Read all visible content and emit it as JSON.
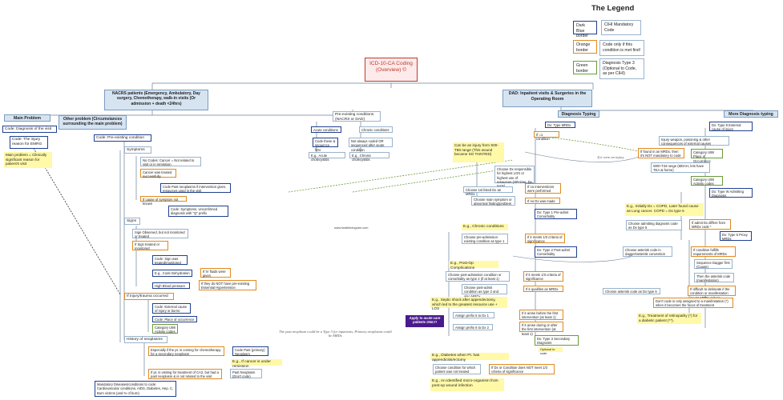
{
  "legend": {
    "title": "The Legend",
    "items": [
      {
        "swatch": "Dark Blue border",
        "meaning": "CIHI Mandatory Code"
      },
      {
        "swatch": "Orange border",
        "meaning": "Code only if this condition is met first!"
      },
      {
        "swatch": "Green border",
        "meaning": "Diagnosis Type 3 (Optional to Code, as per CIHI)"
      }
    ]
  },
  "root": "ICD-10-CA Coding (Overview) ©",
  "nacrs": "NACRS patients (Emergency, Ambulatory, Day surgery, Chemotherapy, walk-in visits (Or admission + death <24hrs)",
  "dad": "DAD: Inpatient visits & Surgeries in the Operating Room",
  "main_problem": {
    "header": "Main Problem",
    "code": "Code: Diagnosis of the visit",
    "injury": "Code: The injury reason for EMRG",
    "note": "Main problem = Clinically significant reason for patient's visit"
  },
  "other_problem": {
    "header": "Other problem (Circumstances surrounding the main problem)",
    "preexist": "Code: Pre-existing condition",
    "symptoms": "Symptoms",
    "no_cancer": "No Codes: Cancer = Not related to visit or in remission",
    "cancer_treated": "Cancer was treated successfully",
    "code_past": "Code Past neoplasms if intervention given, resources used in the visit",
    "cause_unknown": "If cause of symptom not known",
    "code_symptoms": "Code: Symptoms, Unconfirmed diagnosis with \"Q\" prefix",
    "signs": "Signs",
    "sign_observed": "Sign Observed, but not monitored or treated",
    "sign_treated": "If Sign treated or monitored",
    "code_sign": "Code: Sign was treated/monitored",
    "code_dehydration": "E.g., Code Dehydration",
    "iv_fluids": "If IV fluids were given",
    "high_bp": "High Blood pressure",
    "no_hypertension": "If they do NOT have pre-existing Essential Hypertension",
    "injury_trauma": "If injury/trauma occurred",
    "ext_cause": "Code: External cause of injury or burns",
    "place": "Code: Place of occurrence",
    "category_u98": "Category U98 Activity codes",
    "history_neo": "History of neoplasms",
    "chemo": "Especially if the pt. is coming for chemotherapy for a secondary neoplasm",
    "code_past_primary": "Code Past (primary) Neoplasm",
    "if_remission": "E.g., If cancer is under remission",
    "ca_treatment": "If pt. is visiting for treatment of CA2, but had a past neoplasm & is not related to the visit",
    "past_neoplasm": "Past Neoplasm (Don't code)",
    "mandatory": "Mandatory Diseases/conditions to code: Cardiovascular conditions, AIDS, Diabetes, Hep. C, Burn victims (and % of burn)"
  },
  "preexisting": {
    "header": "Pre-existing conditions (NACRS or DAD)",
    "acute": "Acute conditions",
    "chronic": "Chronic conditions",
    "code_these": "Code these & sequence first",
    "not_always": "Not always coded OR sequenced after acute condition",
    "acute_eg": "E.g., Acute cholecystitis",
    "chronic_eg": "E.g., Chronic cholecystitis",
    "website": "www.healthinfogram.com"
  },
  "diagnosis": {
    "header": "Diagnosis Typing",
    "type_m": "Dx: Type MRDx",
    "one_cond": "If =1 condition",
    "injury_note": "Can be an injury from S00-T88 range (This wound became SO TAINTED)",
    "choose_m": "Choose Dx responsible for highest LOS or highest use of resources (OR time, Dx tests)",
    "choose_1st": "Choose 1st listed Dx as MRDx",
    "two_interventions": "If no interventions were performed",
    "if_no_dx": "If no Dx was made",
    "choose_main": "Choose main symptom or abnormal finding/problem",
    "type1": "Dx: Type 1 Pre-admit Comorbidity",
    "chronic_eg": "E.g., Chronic conditions",
    "pre_admission": "Choose pre-admission existing condition as type 1",
    "meets_13": "If it meets 1/3 criteria of significance",
    "type2": "Dx: Type 2 Post-admit Comorbidity",
    "postop_eg": "E.g., Post-Op Complications",
    "post_admission": "Choose post-admission condition or comorbidity as type 2 (if at least 1)",
    "meets_13b": "If it meets 1/3 criteria of significance",
    "post_admit_mrdx": "Choose post-admit condition as type 2 and also MRDx",
    "qualifies": "If it qualifies as MRDx",
    "septic": "E.g., Septic shock after appendectomy, which led to the greatest resource use + LOS",
    "apply": "Apply to acute care patients ONLY!",
    "prefix_1": "Assign prefix 5 to Dx 1",
    "arose_before": "If it arose before the first intervention (at least 1)",
    "prefix_2": "Assign prefix 6 to Dx 2",
    "arose_after": "If it arose during or after the first intervention (at least 1)",
    "type3": "Dx: Type 3 Secondary Diagnosis",
    "optional": "Optional to code",
    "diabetes_eg": "E.g., Diabetes when Pt. has appendicitis/ectomy",
    "not_treated": "Choose condition for which patient was not treated",
    "no_meet": "If Dx or Condition does NOT meet 1/3 criteria of significance",
    "micro_eg": "E.g., An identified micro-organism from post-op wound infection"
  },
  "more_typing": {
    "header": "More Diagnosis typing",
    "type9": "Dx: Type 9 External cause of injury",
    "injury_weapon": "Injury weapon, poisoning & other consequences of external causes",
    "if_mrdx": "If found in an MRDx, then it's NOT mandatory to code",
    "category_u98": "Category U98 Place of Occurrence",
    "if_injury": "If it were an injury",
    "w00": "W00-T34 range (MDAH, lets have TEA at home)",
    "category_u98b": "Category U98 Activity codes",
    "type_w": "Dx: Type W Admitting Diagnosis",
    "copd_eg": "E.g., Initially Dx = COPD, Later found cause as Lung cancer. COPD = Dx type 5",
    "choose_admitting": "Choose admitting diagnosis code as Dx type 5",
    "admit_differs": "If admit Dx differs from MRDx code *",
    "type6": "Dx: Type 6 Proxy MRDx",
    "choose_asterisk": "Choose asterisk code in dagger/asterisk convention",
    "fulfills": "If condition fulfills requirements of MRDx",
    "dagger": "Sequence Dagger first (Cause)",
    "asterisk_code": "Then the asterisk code (manifestation)",
    "difficult": "If difficult to delineate if the condition or manifestation meets MRDx criteria",
    "choose_type5": "Choose asterisk code as Dx type 5",
    "dont_code": "Don't code is only assigned to a manifestation (*) when it becomes the focus of treatment",
    "retino_eg": "E.g., Treatment of retinopathy (*) for a diabetic patient (**)."
  },
  "notes": {
    "past_neo": "The past neoplasm could be a Type 3 for inpatients, Primary neoplasms could be MRDx"
  },
  "colors": {
    "dark_blue": "#1f3f8f",
    "orange": "#e08a1e",
    "green": "#6a9a3a",
    "root_red": "#c0392b",
    "yellow": "#fff9a8"
  }
}
